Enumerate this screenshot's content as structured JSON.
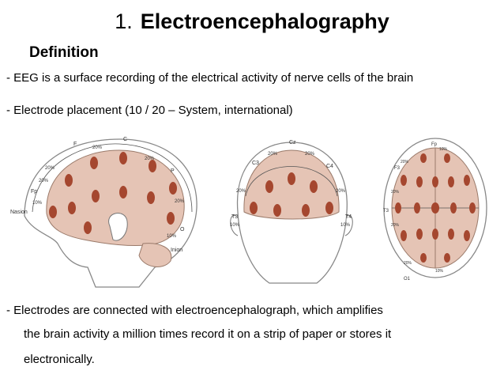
{
  "title_number": "1.",
  "title": "Electroencephalography",
  "subtitle": "Definition",
  "bullets_top": [
    "-  EEG is a surface recording of the electrical activity of nerve cells of the brain",
    "-  Electrode placement (10 / 20 – System, international)"
  ],
  "bullets_bottom": [
    "-  Electrodes are connected with electroencephalograph, which amplifies",
    "the brain activity a million times record it on a strip of paper or stores it",
    "electronically."
  ],
  "diagram": {
    "side": {
      "labels": [
        "F",
        "C",
        "P",
        "O",
        "Fp",
        "Nasion",
        "Inion"
      ],
      "percent_labels": [
        "20%",
        "20%",
        "20%",
        "20%",
        "20%",
        "10%",
        "10%"
      ]
    },
    "front": {
      "labels": [
        "Cz",
        "C3",
        "C4",
        "T3",
        "T4"
      ],
      "percent_labels": [
        "20%",
        "20%",
        "20%",
        "20%",
        "10%",
        "10%"
      ]
    },
    "top": {
      "labels": [
        "Fp",
        "F3",
        "T3",
        "O1"
      ],
      "percent_labels": [
        "10%",
        "20%",
        "20%",
        "20%",
        "20%",
        "10%"
      ]
    }
  }
}
